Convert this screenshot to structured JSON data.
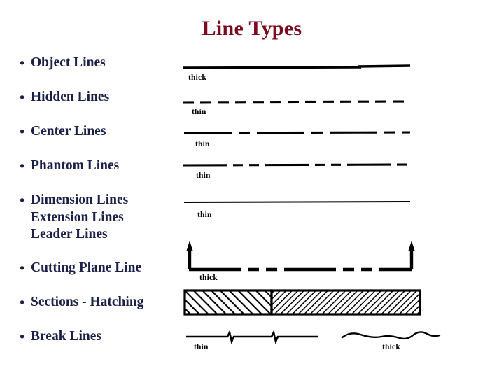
{
  "slide": {
    "title": "Line Types",
    "title_color": "#7B0A1E",
    "text_color": "#1A2048",
    "ink_color": "#000000",
    "background": "#ffffff",
    "bullet_glyph": "•"
  },
  "bullets": [
    {
      "label": "Object Lines",
      "sub": []
    },
    {
      "label": "Hidden Lines",
      "sub": []
    },
    {
      "label": "Center Lines",
      "sub": []
    },
    {
      "label": "Phantom Lines",
      "sub": []
    },
    {
      "label": "Dimension Lines",
      "sub": [
        "Extension Lines",
        "Leader Lines"
      ]
    },
    {
      "label": "Cutting Plane Line",
      "sub": []
    },
    {
      "label": "Sections - Hatching",
      "sub": []
    },
    {
      "label": "Break Lines",
      "sub": []
    }
  ],
  "figures": [
    {
      "name": "object-line",
      "style": "continuous-thick",
      "weight_label": "thick"
    },
    {
      "name": "hidden-line",
      "style": "dashed",
      "weight_label": "thin"
    },
    {
      "name": "center-line",
      "style": "long-short-dash",
      "weight_label": "thin"
    },
    {
      "name": "phantom-line",
      "style": "long-short-short-dash",
      "weight_label": "thin"
    },
    {
      "name": "dimension-line",
      "style": "continuous-thin",
      "weight_label": "thin"
    },
    {
      "name": "cutting-plane-line",
      "style": "long-short-short-dash-with-arrows",
      "weight_label": "thick"
    },
    {
      "name": "section-hatching",
      "style": "hatched-rectangles",
      "weight_label": ""
    },
    {
      "name": "break-line-zigzag",
      "style": "straight-with-zigzag-breaks",
      "weight_label": "thin"
    },
    {
      "name": "break-line-freehand",
      "style": "freehand-wavy",
      "weight_label": "thick"
    }
  ]
}
